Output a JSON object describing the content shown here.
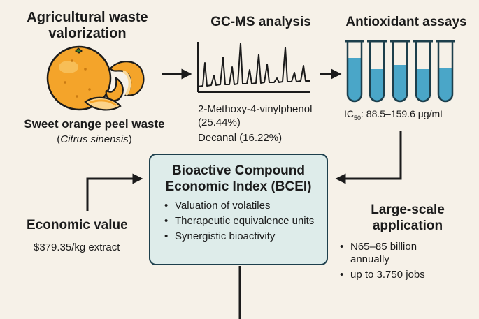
{
  "source": {
    "title_line1": "Agricultural waste",
    "title_line2": "valorization",
    "caption": "Sweet orange peel waste",
    "species": "Citrus sinensis"
  },
  "gcms": {
    "title": "GC-MS analysis",
    "compound1_name": "2-Methoxy-4-vinylphenol",
    "compound1_pct": "(25.44%)",
    "compound2": "Decanal (16.22%)"
  },
  "assays": {
    "title": "Antioxidant assays",
    "ic_prefix": "IC",
    "ic_sub": "50",
    "ic_value": ": 88.5–159.6 μg/mL"
  },
  "bcei": {
    "title_line1": "Bioactive Compound",
    "title_line2": "Economic Index (BCEI)",
    "bullets": [
      "Valuation of volatiles",
      "Therapeutic equivalence units",
      "Synergistic bioactivity"
    ]
  },
  "economic": {
    "title": "Economic value",
    "value": "$379.35/kg extract"
  },
  "application": {
    "title_line1": "Large-scale",
    "title_line2": "application",
    "bullets": [
      "N65–85 billion annually",
      "up to 3.750 jobs"
    ]
  },
  "colors": {
    "orange": "#f4a42a",
    "box_fill": "#deecea",
    "box_border": "#1d3f4c",
    "liquid": "#4aa6c8"
  }
}
